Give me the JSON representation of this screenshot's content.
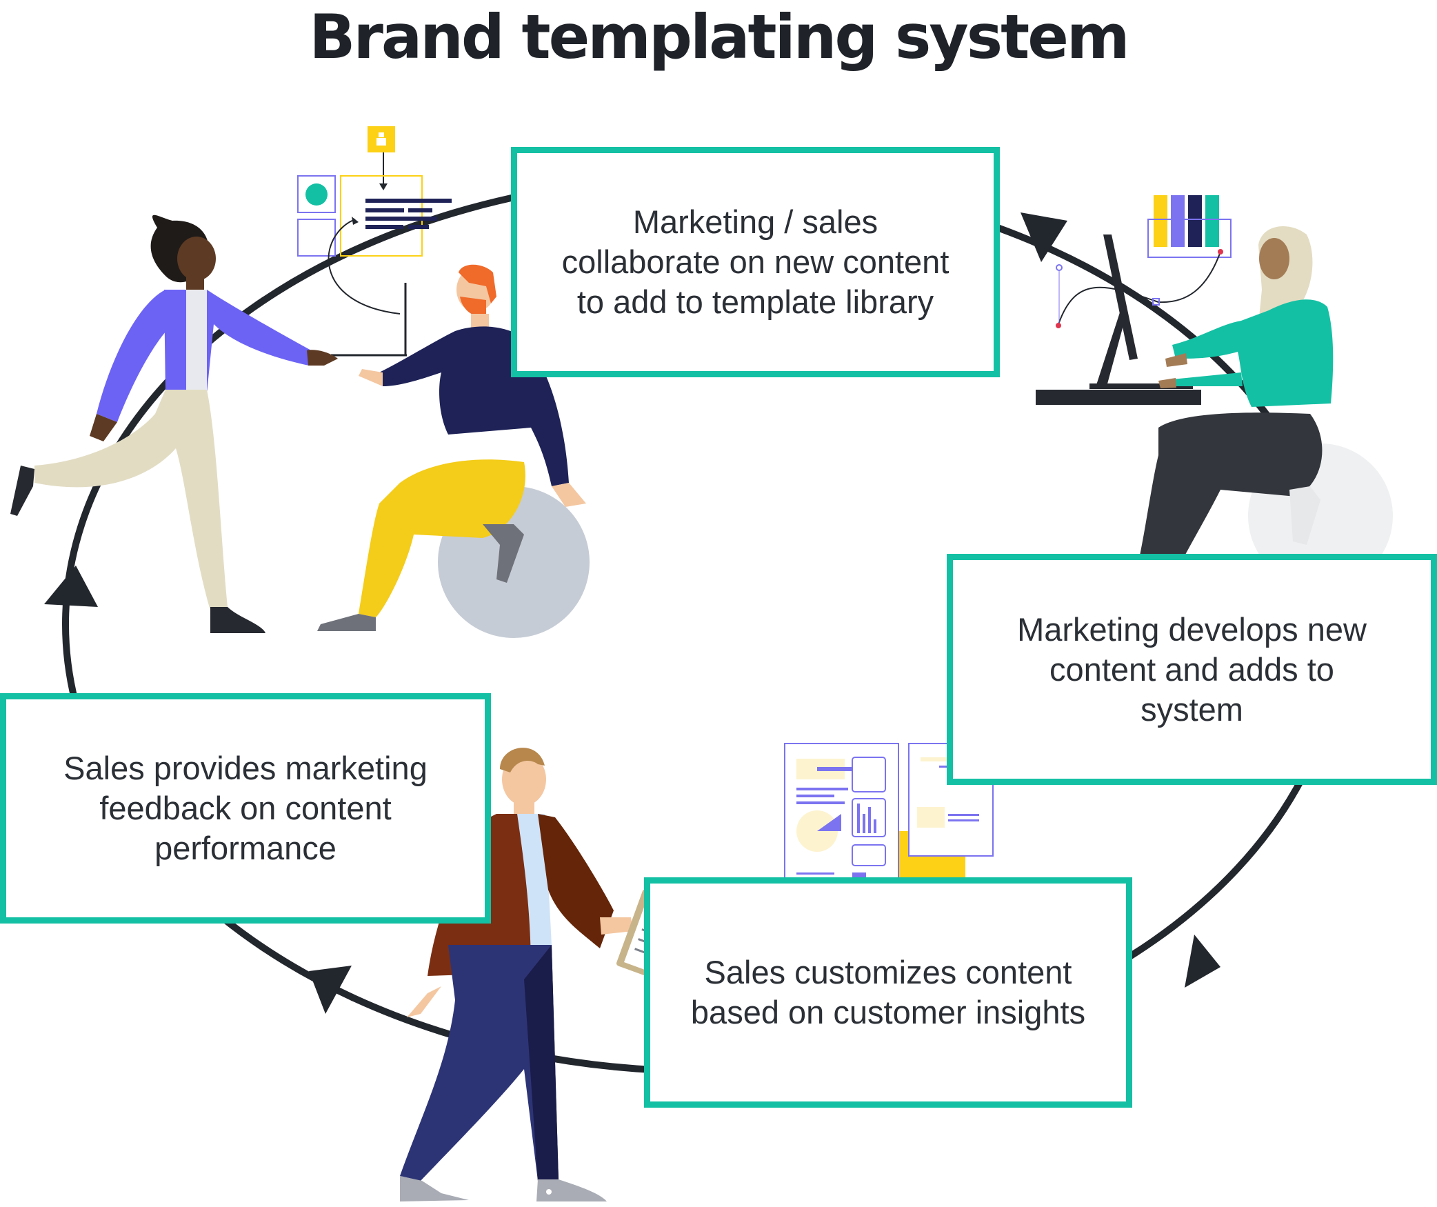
{
  "title": "Brand templating system",
  "steps": [
    {
      "id": "collaborate",
      "lines": [
        "Marketing / sales",
        "collaborate on new content",
        "to add to template library"
      ]
    },
    {
      "id": "develop",
      "lines": [
        "Marketing develops new",
        "content and adds to",
        "system"
      ]
    },
    {
      "id": "customize",
      "lines": [
        "Sales customizes content",
        "based on customer insights"
      ]
    },
    {
      "id": "feedback",
      "lines": [
        "Sales provides marketing",
        "feedback on content",
        "performance"
      ]
    }
  ],
  "colors": {
    "accent": "#14c0a4",
    "cycle": "#22262d",
    "yellow": "#fcd116",
    "purple": "#7b73f0",
    "navy": "#1e2257"
  }
}
